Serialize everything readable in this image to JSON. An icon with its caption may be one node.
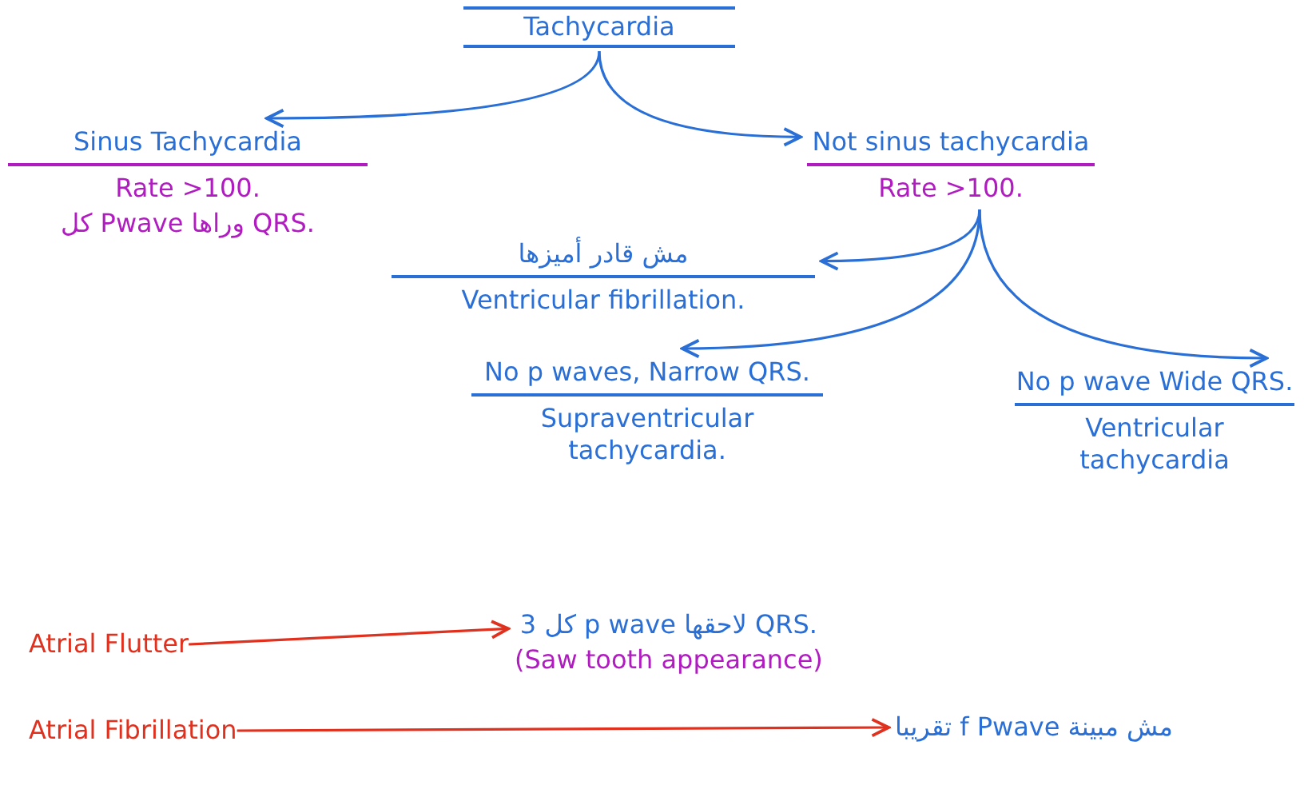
{
  "diagram": {
    "nodes": [
      {
        "text": [
          "Tachycardia"
        ]
      },
      {
        "text": [
          "Sinus Tachycardia",
          "Rate >100.",
          "كل Pwave وراها QRS."
        ]
      },
      {
        "text": [
          "Not sinus tachycardia",
          "Rate >100."
        ]
      },
      {
        "text": [
          "مش قادر أميزها",
          "Ventricular fibrillation."
        ]
      },
      {
        "text": [
          "No p waves, Narrow QRS.",
          "Supraventricular tachycardia."
        ]
      },
      {
        "text": [
          "No p wave Wide QRS.",
          "Ventricular tachycardia"
        ]
      },
      {
        "text": [
          "Atrial Flutter"
        ]
      },
      {
        "text": [
          "كل 3 p wave لاحقها QRS.",
          "(Saw tooth appearance)"
        ]
      },
      {
        "text": [
          "Atrial Fibrillation"
        ]
      },
      {
        "text": [
          "تقريبا f Pwave مش مبينة"
        ]
      }
    ],
    "edges": [
      {
        "from": 0,
        "to": 1,
        "arrow": "to"
      },
      {
        "from": 0,
        "to": 2,
        "arrow": "to"
      },
      {
        "from": 2,
        "to": 3,
        "arrow": "to"
      },
      {
        "from": 2,
        "to": 4,
        "arrow": "to"
      },
      {
        "from": 2,
        "to": 5,
        "arrow": "to"
      },
      {
        "from": 6,
        "to": 7,
        "arrow": "to",
        "color": "#e0301e"
      },
      {
        "from": 8,
        "to": 9,
        "arrow": "to",
        "color": "#e0301e"
      }
    ]
  }
}
